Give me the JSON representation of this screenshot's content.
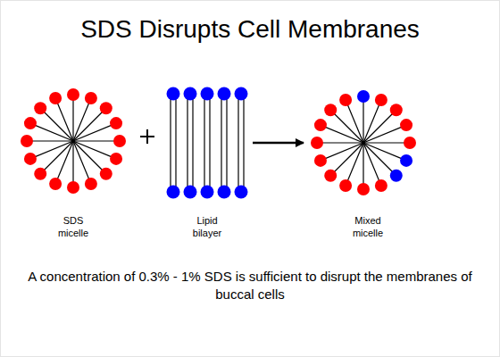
{
  "diagram": {
    "title": "SDS Disrupts Cell Membranes",
    "caption": "A concentration of 0.3% - 1% SDS is sufficient to disrupt the membranes of buccal cells",
    "labels": [
      "SDS micelle",
      "Lipid bilayer",
      "Mixed micelle"
    ]
  }
}
